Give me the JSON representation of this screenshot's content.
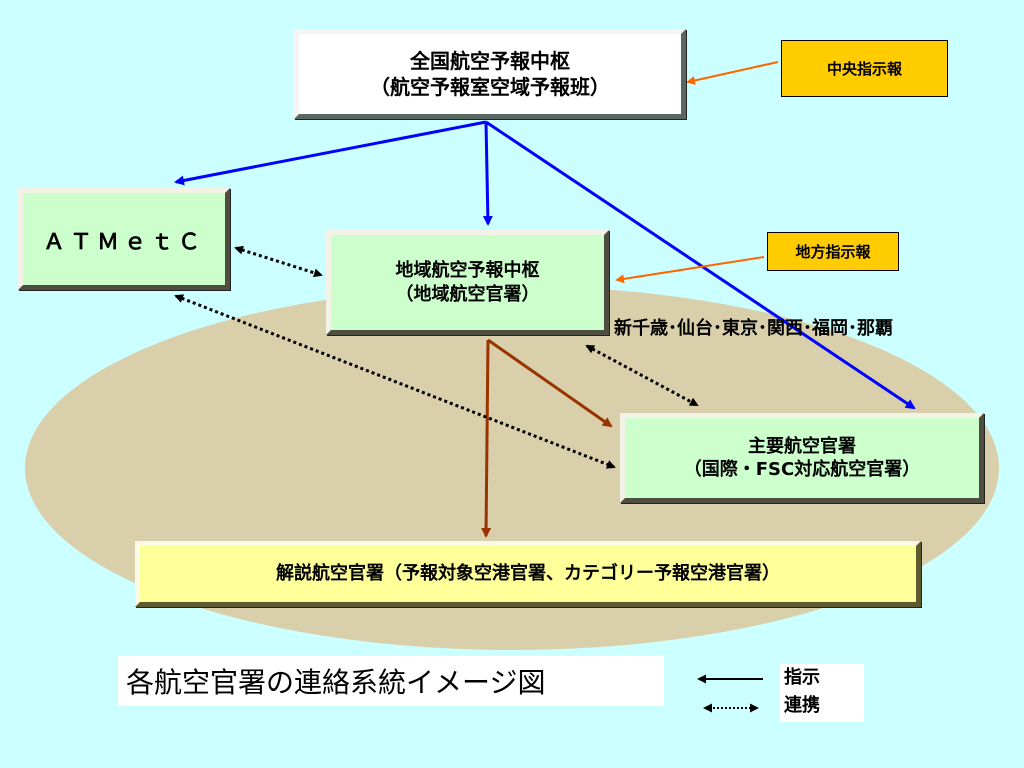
{
  "nodes": {
    "national_center": {
      "line1": "全国航空予報中枢",
      "line2": "（航空予報室空域予報班）"
    },
    "atmetc": {
      "label": "ＡＴＭｅｔＣ"
    },
    "regional_center": {
      "line1": "地域航空予報中枢",
      "line2": "（地域航空官署）"
    },
    "main_offices": {
      "line1": "主要航空官署",
      "line2": "（国際・FSC対応航空官署）"
    },
    "commentary_offices": {
      "label": "解説航空官署（予報対象空港官署、カテゴリー予報空港官署）"
    }
  },
  "tags": {
    "central_instruction": "中央指示報",
    "regional_instruction": "地方指示報"
  },
  "airports": "新千歳･仙台･東京･関西･福岡･那覇",
  "caption": "各航空官署の連絡系統イメージ図",
  "legend": {
    "instruction": "指示",
    "cooperation": "連携"
  },
  "colors": {
    "background": "#ccffff",
    "ellipse": "#d9cfab",
    "instruction_blue": "#0000ff",
    "instruction_brown": "#993300",
    "tag_pointer": "#ff6600",
    "tag_fill": "#ffcc00"
  }
}
